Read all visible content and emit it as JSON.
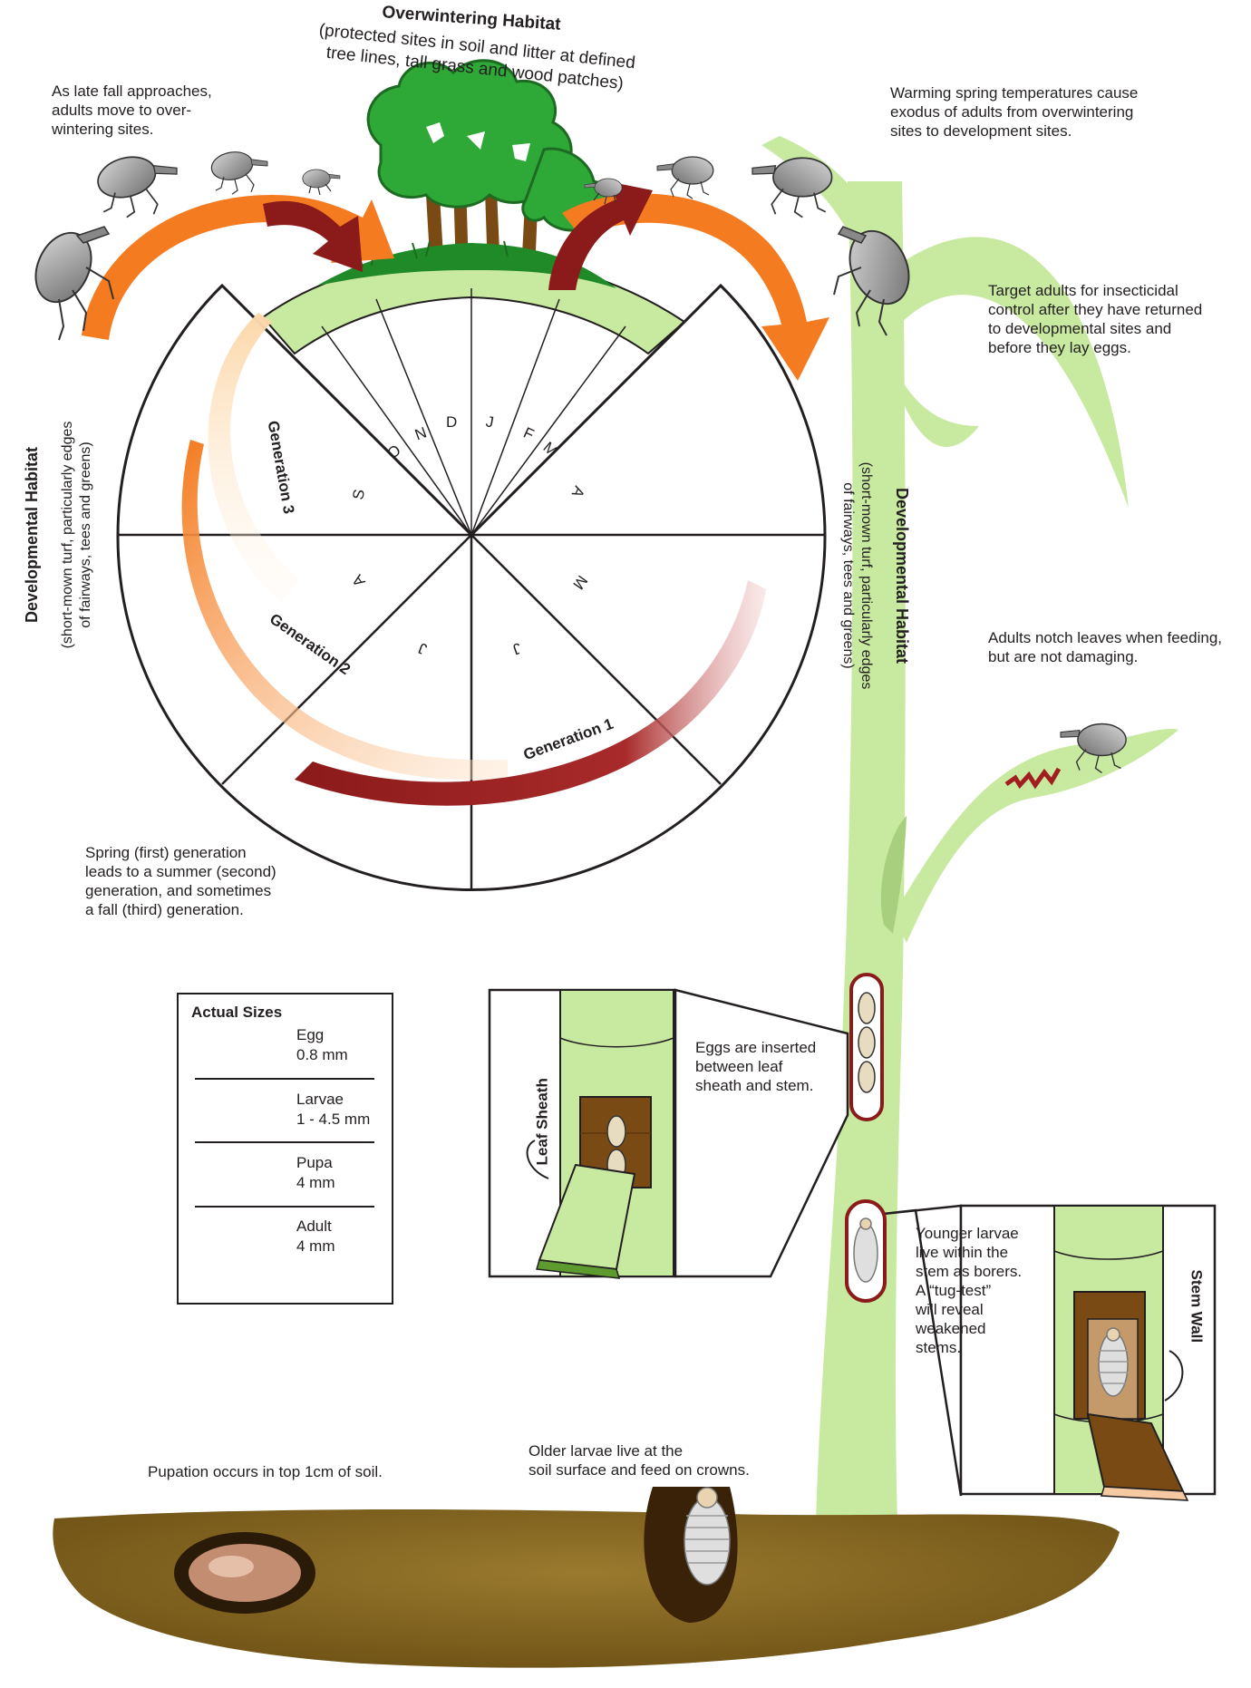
{
  "overwintering": {
    "title": "Overwintering Habitat",
    "subtitle": "(protected sites in soil and litter at defined\ntree lines, tall grass and wood patches)"
  },
  "notes": {
    "late_fall": "As late fall approaches,\nadults move to over-\nwintering sites.",
    "spring_warm": "Warming spring temperatures cause\nexodus of adults from overwintering\nsites to development sites.",
    "target_adults": "Target adults for insecticidal\ncontrol after they have returned\nto developmental sites and\nbefore they lay eggs.",
    "notch_leaves": "Adults notch leaves when feeding,\nbut are not damaging.",
    "generations": "Spring (first) generation\nleads to a summer (second)\ngeneration, and sometimes\na fall (third) generation.",
    "eggs_inserted": "Eggs are inserted\nbetween leaf\nsheath and stem.",
    "younger_larvae": "Younger larvae\nlive within the\nstem as borers.\nA “tug-test”\nwill reveal\nweakened\nstems.",
    "older_larvae": "Older larvae live at the\nsoil surface and feed on crowns.",
    "pupation": "Pupation occurs in top 1cm of soil."
  },
  "dev_habitat_left": {
    "title": "Developmental Habitat",
    "subtitle": "(short-mown turf, particularly edges\nof fairways, tees and greens)"
  },
  "dev_habitat_right": {
    "title": "Developmental Habitat",
    "subtitle": "(short-mown turf, particularly edges\nof fairways, tees and greens)"
  },
  "wheel": {
    "months": [
      "O",
      "N",
      "D",
      "J",
      "F",
      "M",
      "A",
      "M",
      "J",
      "J",
      "A",
      "S"
    ],
    "generations": [
      "Generation 1",
      "Generation 2",
      "Generation 3"
    ]
  },
  "labels": {
    "leaf_sheath": "Leaf Sheath",
    "stem_wall": "Stem Wall"
  },
  "actual_sizes": {
    "title": "Actual Sizes",
    "items": [
      {
        "name": "Egg",
        "size": "0.8 mm"
      },
      {
        "name": "Larvae",
        "size": "1 - 4.5 mm"
      },
      {
        "name": "Pupa",
        "size": "4 mm"
      },
      {
        "name": "Adult",
        "size": "4 mm"
      }
    ]
  },
  "colors": {
    "orange": "#f47b20",
    "dark_red": "#8b1a1a",
    "plant_green": "#c8e9a0",
    "tree_green": "#2ea836",
    "soil": "#8a6a22",
    "outline": "#231f20"
  }
}
